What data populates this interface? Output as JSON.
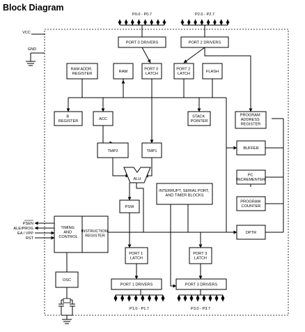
{
  "title": "Block Diagram",
  "pins": {
    "vcc": "VCC",
    "gnd": "GND",
    "psen": "PSEN",
    "ale": "ALE/PROG",
    "ea": "EA / VPP",
    "rst": "RST"
  },
  "buses": {
    "p0": "P0.0 - P0.7",
    "p2": "P2.0 - P2.7",
    "p1": "P1.0 - P1.7",
    "p3": "P3.0 - P3.7"
  },
  "blocks": {
    "port0_drivers": [
      "PORT 0 DRIVERS"
    ],
    "port2_drivers": [
      "PORT 2 DRIVERS"
    ],
    "ram_addr_reg": [
      "RAM ADDR.",
      "REGISTER"
    ],
    "ram": [
      "RAM"
    ],
    "port0_latch": [
      "PORT 0",
      "LATCH"
    ],
    "port2_latch": [
      "PORT 2",
      "LATCH"
    ],
    "flash": [
      "FLASH"
    ],
    "b_register": [
      "B",
      "REGISTER"
    ],
    "acc": [
      "ACC"
    ],
    "stack_pointer": [
      "STACK",
      "POINTER"
    ],
    "program_address_register": [
      "PROGRAM",
      "ADDRESS",
      "REGISTER"
    ],
    "tmp2": [
      "TMP2"
    ],
    "tmp1": [
      "TMP1"
    ],
    "buffer": [
      "BUFFER"
    ],
    "alu": [
      "ALU"
    ],
    "interrupt_blocks": [
      "INTERRUPT, SERIAL PORT,",
      "AND TIMER BLOCKS"
    ],
    "pc_incrementer": [
      "PC",
      "INCREMENTER"
    ],
    "psw": [
      "PSW"
    ],
    "program_counter": [
      "PROGRAM",
      "COUNTER"
    ],
    "timing_control": [
      "TIMING",
      "AND",
      "CONTROL"
    ],
    "instruction_register": [
      "INSTRUCTION",
      "REGISTER"
    ],
    "dptr": [
      "DPTR"
    ],
    "port1_latch": [
      "PORT 1",
      "LATCH"
    ],
    "port3_latch": [
      "PORT 3",
      "LATCH"
    ],
    "osc": [
      "OSC"
    ],
    "port1_drivers": [
      "PORT 1 DRIVERS"
    ],
    "port3_drivers": [
      "PORT 3 DRIVERS"
    ]
  }
}
